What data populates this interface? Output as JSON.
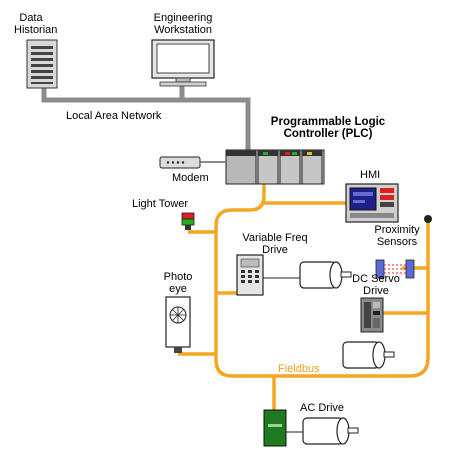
{
  "labels": {
    "data_historian_1": "Data",
    "data_historian_2": "Historian",
    "engineering_1": "Engineering",
    "engineering_2": "Workstation",
    "lan": "Local Area Network",
    "plc_1": "Programmable Logic",
    "plc_2": "Controller (PLC)",
    "modem": "Modem",
    "hmi": "HMI",
    "light_tower": "Light Tower",
    "vfd_1": "Variable Freq",
    "vfd_2": "Drive",
    "proximity_1": "Proximity",
    "proximity_2": "Sensors",
    "photo_1": "Photo",
    "photo_2": "eye",
    "dc_servo_1": "DC Servo",
    "dc_servo_2": "Drive",
    "fieldbus": "Fieldbus",
    "ac_drive": "AC Drive"
  },
  "colors": {
    "network_line": "#8c8c8c",
    "fieldbus_line": "#f5a623",
    "fieldbus_text": "#f0a020",
    "ac_drive_body": "#1f7a1f",
    "light_red": "#e02020",
    "light_green": "#20b020",
    "hmi_screen": "#20208a"
  }
}
